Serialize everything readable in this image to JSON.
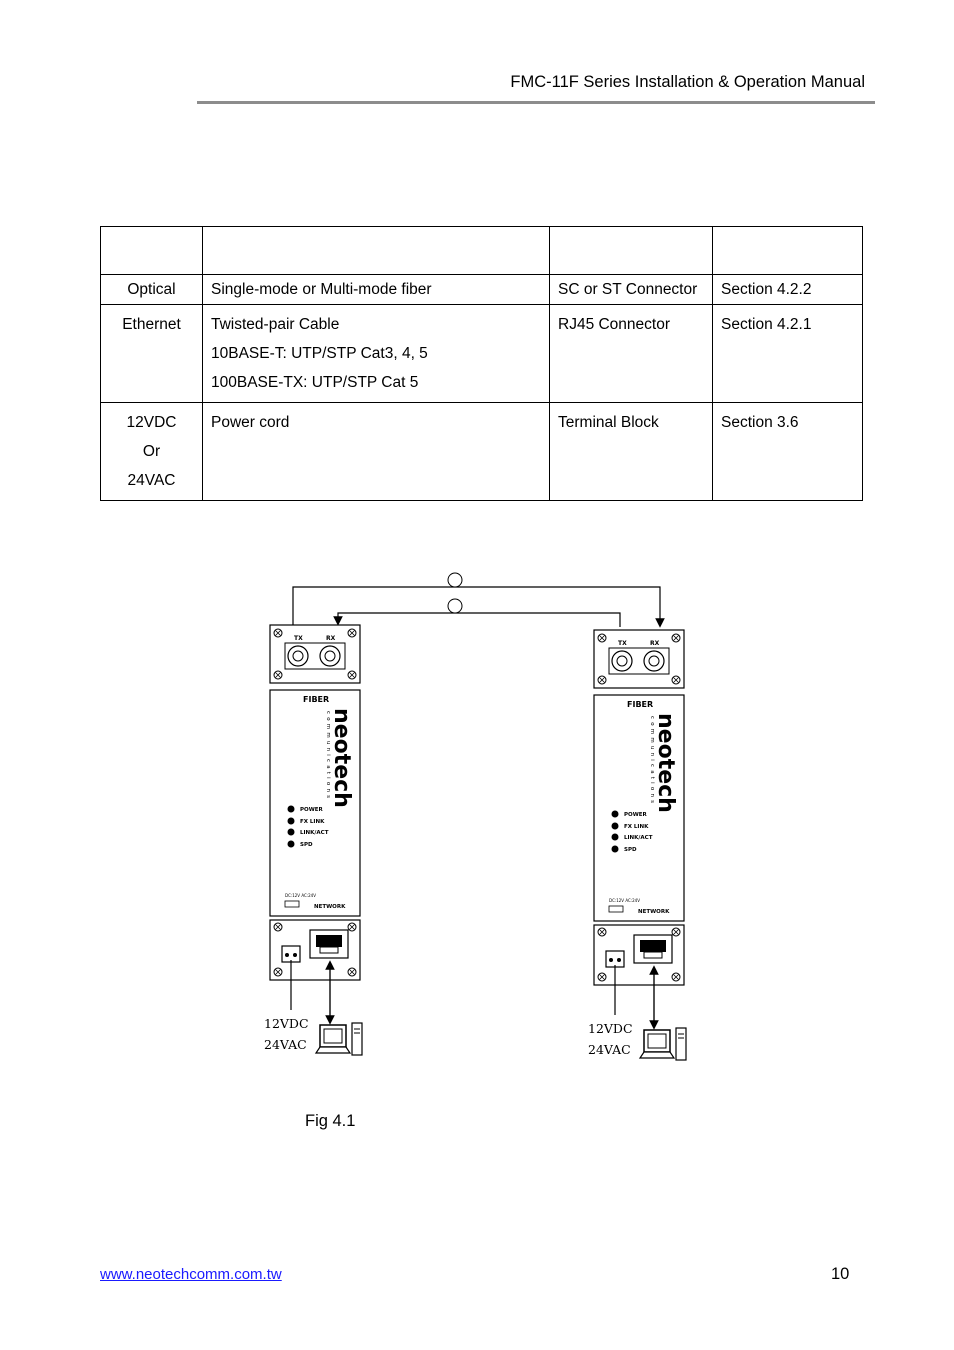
{
  "header": {
    "title": "FMC-11F Series Installation & Operation Manual"
  },
  "table": {
    "headers": [
      "",
      "",
      "",
      ""
    ],
    "rows": [
      {
        "port": [
          "Optical"
        ],
        "cable": [
          "Single-mode or Multi-mode fiber"
        ],
        "connector": "SC or ST Connector",
        "reference": "Section 4.2.2"
      },
      {
        "port": [
          "Ethernet"
        ],
        "cable": [
          "Twisted-pair Cable",
          "10BASE-T: UTP/STP Cat3, 4, 5",
          "100BASE-TX: UTP/STP Cat 5"
        ],
        "connector": "RJ45 Connector",
        "reference": "Section 4.2.1"
      },
      {
        "port": [
          "12VDC",
          "Or",
          "24VAC"
        ],
        "cable": [
          "Power cord"
        ],
        "connector": "Terminal Block",
        "reference": "Section 3.6"
      }
    ]
  },
  "diagram": {
    "left_unit": {
      "port_tx": "TX",
      "port_rx": "RX",
      "panel_title": "FIBER",
      "brand": "neotech",
      "brand_sub": "communications",
      "leds": [
        "POWER",
        "FX LINK",
        "LINK/ACT",
        "SPD"
      ],
      "power_label": "DC:12V AC:24V",
      "network_label": "NETWORK",
      "supply": [
        "12VDC",
        "24VAC"
      ]
    },
    "right_unit": {
      "port_tx": "TX",
      "port_rx": "RX",
      "panel_title": "FIBER",
      "brand": "neotech",
      "brand_sub": "communications",
      "leds": [
        "POWER",
        "FX LINK",
        "LINK/ACT",
        "SPD"
      ],
      "power_label": "DC:12V AC:24V",
      "network_label": "NETWORK",
      "supply": [
        "12VDC",
        "24VAC"
      ]
    }
  },
  "figure": {
    "caption": "Fig 4.1"
  },
  "footer": {
    "url": "www.neotechcomm.com.tw",
    "page": "10"
  }
}
